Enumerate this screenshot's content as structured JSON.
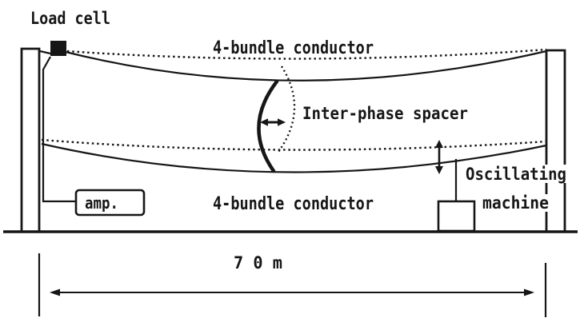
{
  "diagram": {
    "labels": {
      "load_cell": "Load cell",
      "conductor_top": "4-bundle conductor",
      "inter_phase_spacer": "Inter-phase spacer",
      "conductor_bottom": "4-bundle conductor",
      "amplifier": "amp.",
      "oscillating_machine_line1": "Oscillating",
      "oscillating_machine_line2": "machine",
      "span_length": "7 0 m"
    },
    "colors": {
      "ink": "#161616",
      "background": "#ffffff"
    }
  }
}
